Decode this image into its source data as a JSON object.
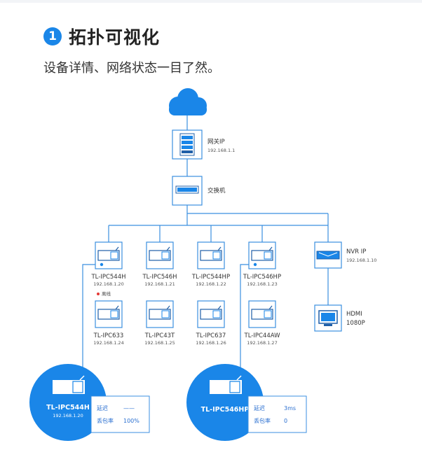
{
  "header": {
    "step_number": "1",
    "title": "拓扑可视化",
    "subtitle": "设备详情、网络状态一目了然。"
  },
  "gateway": {
    "label": "网关IP",
    "ip": "192.168.1.1"
  },
  "switch": {
    "label": "交换机"
  },
  "nvr": {
    "label": "NVR IP",
    "ip": "192.168.1.10"
  },
  "hdmi": {
    "line1": "HDMI",
    "line2": "1080P"
  },
  "cameras": [
    {
      "name": "TL-IPC544H",
      "ip": "192.168.1.20"
    },
    {
      "name": "TL-IPC546H",
      "ip": "192.168.1.21"
    },
    {
      "name": "TL-IPC544HP",
      "ip": "192.168.1.22"
    },
    {
      "name": "TL-IPC546HP",
      "ip": "192.168.1.23"
    },
    {
      "name": "TL-IPC633",
      "ip": "192.168.1.24"
    },
    {
      "name": "TL-IPC43T",
      "ip": "192.168.1.25"
    },
    {
      "name": "TL-IPC637",
      "ip": "192.168.1.26"
    },
    {
      "name": "TL-IPC44AW",
      "ip": "192.168.1.27"
    }
  ],
  "offline_label": "离线",
  "details": [
    {
      "name": "TL-IPC544H",
      "ip": "192.168.1.20",
      "latency_label": "延迟",
      "latency": "——",
      "loss_label": "丢包率",
      "loss": "100%"
    },
    {
      "name": "TL-IPC546HP",
      "ip": "",
      "latency_label": "延迟",
      "latency": "3ms",
      "loss_label": "丢包率",
      "loss": "0"
    }
  ],
  "colors": {
    "accent": "#1a86e8",
    "line": "#3b8fe0",
    "offline": "#e53935"
  }
}
